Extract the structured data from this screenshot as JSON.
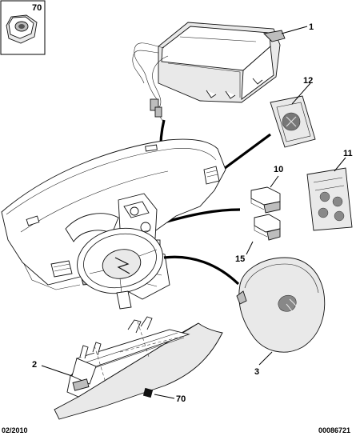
{
  "callouts": {
    "c70_top": "70",
    "c1": "1",
    "c12": "12",
    "c10": "10",
    "c11": "11",
    "c15": "15",
    "c2": "2",
    "c3": "3",
    "c70_bottom": "70"
  },
  "footer": {
    "date": "02/2010",
    "reference": "00086721"
  }
}
